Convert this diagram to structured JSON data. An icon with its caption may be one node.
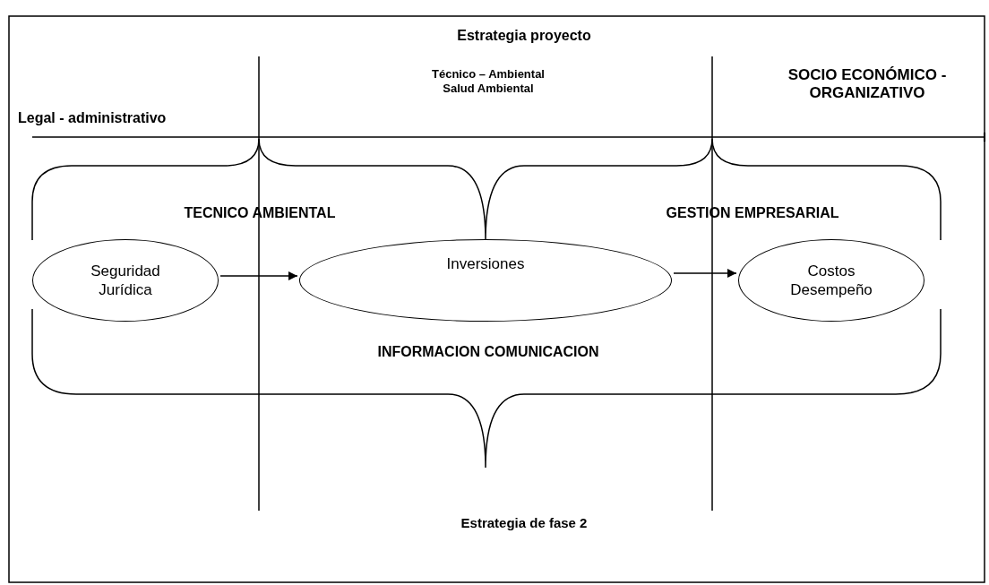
{
  "diagram": {
    "title": "Estrategia proyecto",
    "caption": "Estrategia de fase 2",
    "nodes": [
      {
        "text": [
          "Seguridad Jurídica"
        ]
      },
      {
        "text": [
          "Inversiones"
        ]
      },
      {
        "text": [
          "Costos Desempeño"
        ]
      }
    ],
    "edges": [
      {
        "from": 0,
        "to": 1,
        "arrow": "to"
      },
      {
        "from": 1,
        "to": 2,
        "arrow": "to"
      }
    ],
    "labels": [
      "Legal - administrativo",
      "Técnico – Ambiental Salud Ambiental",
      "SOCIO ECONÓMICO - ORGANIZATIVO",
      "TECNICO AMBIENTAL",
      "GESTION EMPRESARIAL",
      "INFORMACION COMUNICACION"
    ]
  }
}
